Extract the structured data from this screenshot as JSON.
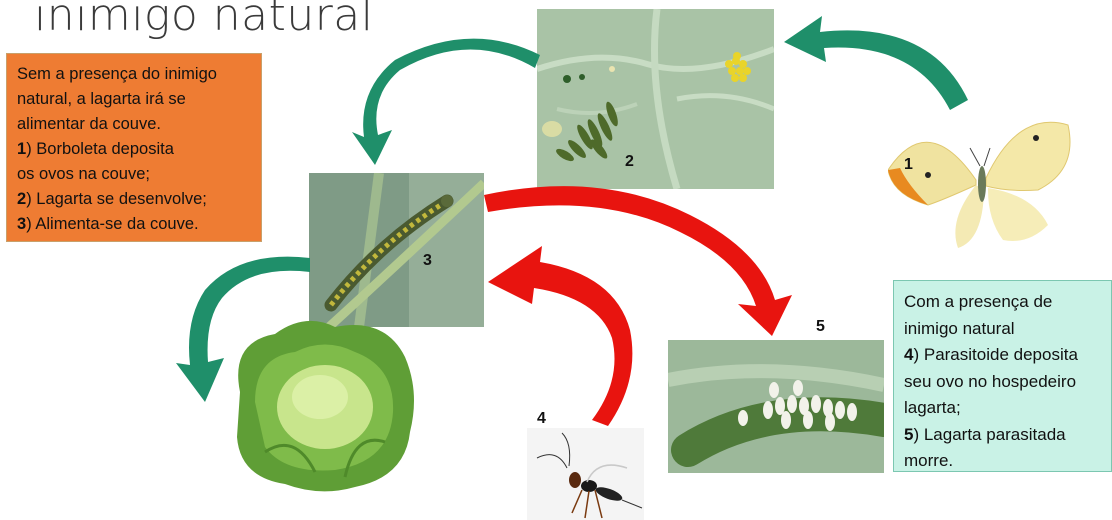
{
  "title": "inimigo natural",
  "box_left": {
    "line1": "Sem a presença do inimigo",
    "line2": "natural, a lagarta irá se",
    "line3": "alimentar da couve.",
    "step1_num": "1",
    "step1_text": ") Borboleta deposita",
    "step1_cont": "os ovos na couve;",
    "step2_num": "2",
    "step2_text": ") Lagarta se desenvolve;",
    "step3_num": "3",
    "step3_text": ") Alimenta-se da couve."
  },
  "box_right": {
    "line1": "Com a presença de",
    "line2": "inimigo natural",
    "step4_num": "4",
    "step4_text": ") Parasitoide deposita",
    "step4_cont1": "seu ovo no hospedeiro",
    "step4_cont2": "lagarta;",
    "step5_num": "5",
    "step5_text": ") Lagarta parasitada",
    "step5_cont": "morre."
  },
  "labels": {
    "n1": "1",
    "n2": "2",
    "n3": "3",
    "n4": "4",
    "n5": "5"
  },
  "colors": {
    "green_arrow": "#1f8f6a",
    "red_arrow": "#e8140f",
    "orange_box": "#ee7c33",
    "teal_box": "#c9f2e6"
  }
}
